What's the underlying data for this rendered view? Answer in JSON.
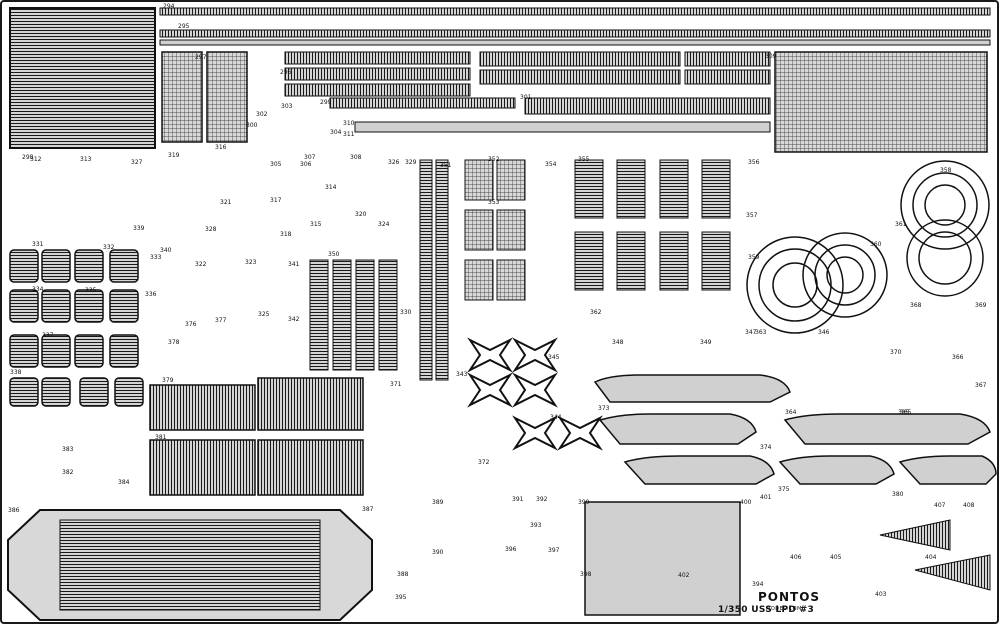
{
  "sheet": {
    "title": "1/350 USS LPD #3",
    "brand": "PONTOS",
    "brand_sub": "MODEL.COM"
  },
  "part_numbers": [
    "294",
    "295",
    "296",
    "297",
    "298",
    "299",
    "300",
    "301",
    "302",
    "303",
    "304",
    "305",
    "306",
    "307",
    "308",
    "309",
    "310",
    "311",
    "312",
    "313",
    "314",
    "315",
    "316",
    "317",
    "318",
    "319",
    "320",
    "321",
    "322",
    "323",
    "324",
    "325",
    "326",
    "327",
    "328",
    "329",
    "330",
    "331",
    "332",
    "333",
    "334",
    "335",
    "336",
    "337",
    "338",
    "339",
    "340",
    "341",
    "342",
    "343",
    "344",
    "345",
    "346",
    "347",
    "348",
    "349",
    "350",
    "351",
    "352",
    "353",
    "354",
    "355",
    "356",
    "357",
    "358",
    "359",
    "360",
    "361",
    "362",
    "363",
    "364",
    "365",
    "366",
    "367",
    "368",
    "369",
    "370",
    "371",
    "372",
    "373",
    "374",
    "375",
    "376",
    "377",
    "378",
    "379",
    "380",
    "381",
    "382",
    "383",
    "384",
    "385",
    "386",
    "387",
    "388",
    "389",
    "390",
    "391",
    "392",
    "393",
    "394",
    "395",
    "396",
    "397",
    "398",
    "399",
    "400",
    "401",
    "402",
    "403",
    "404",
    "405",
    "406",
    "407",
    "408"
  ],
  "colors": {
    "metal": "#c9c9c9",
    "outline": "#1a1a1a",
    "background": "#ffffff"
  }
}
